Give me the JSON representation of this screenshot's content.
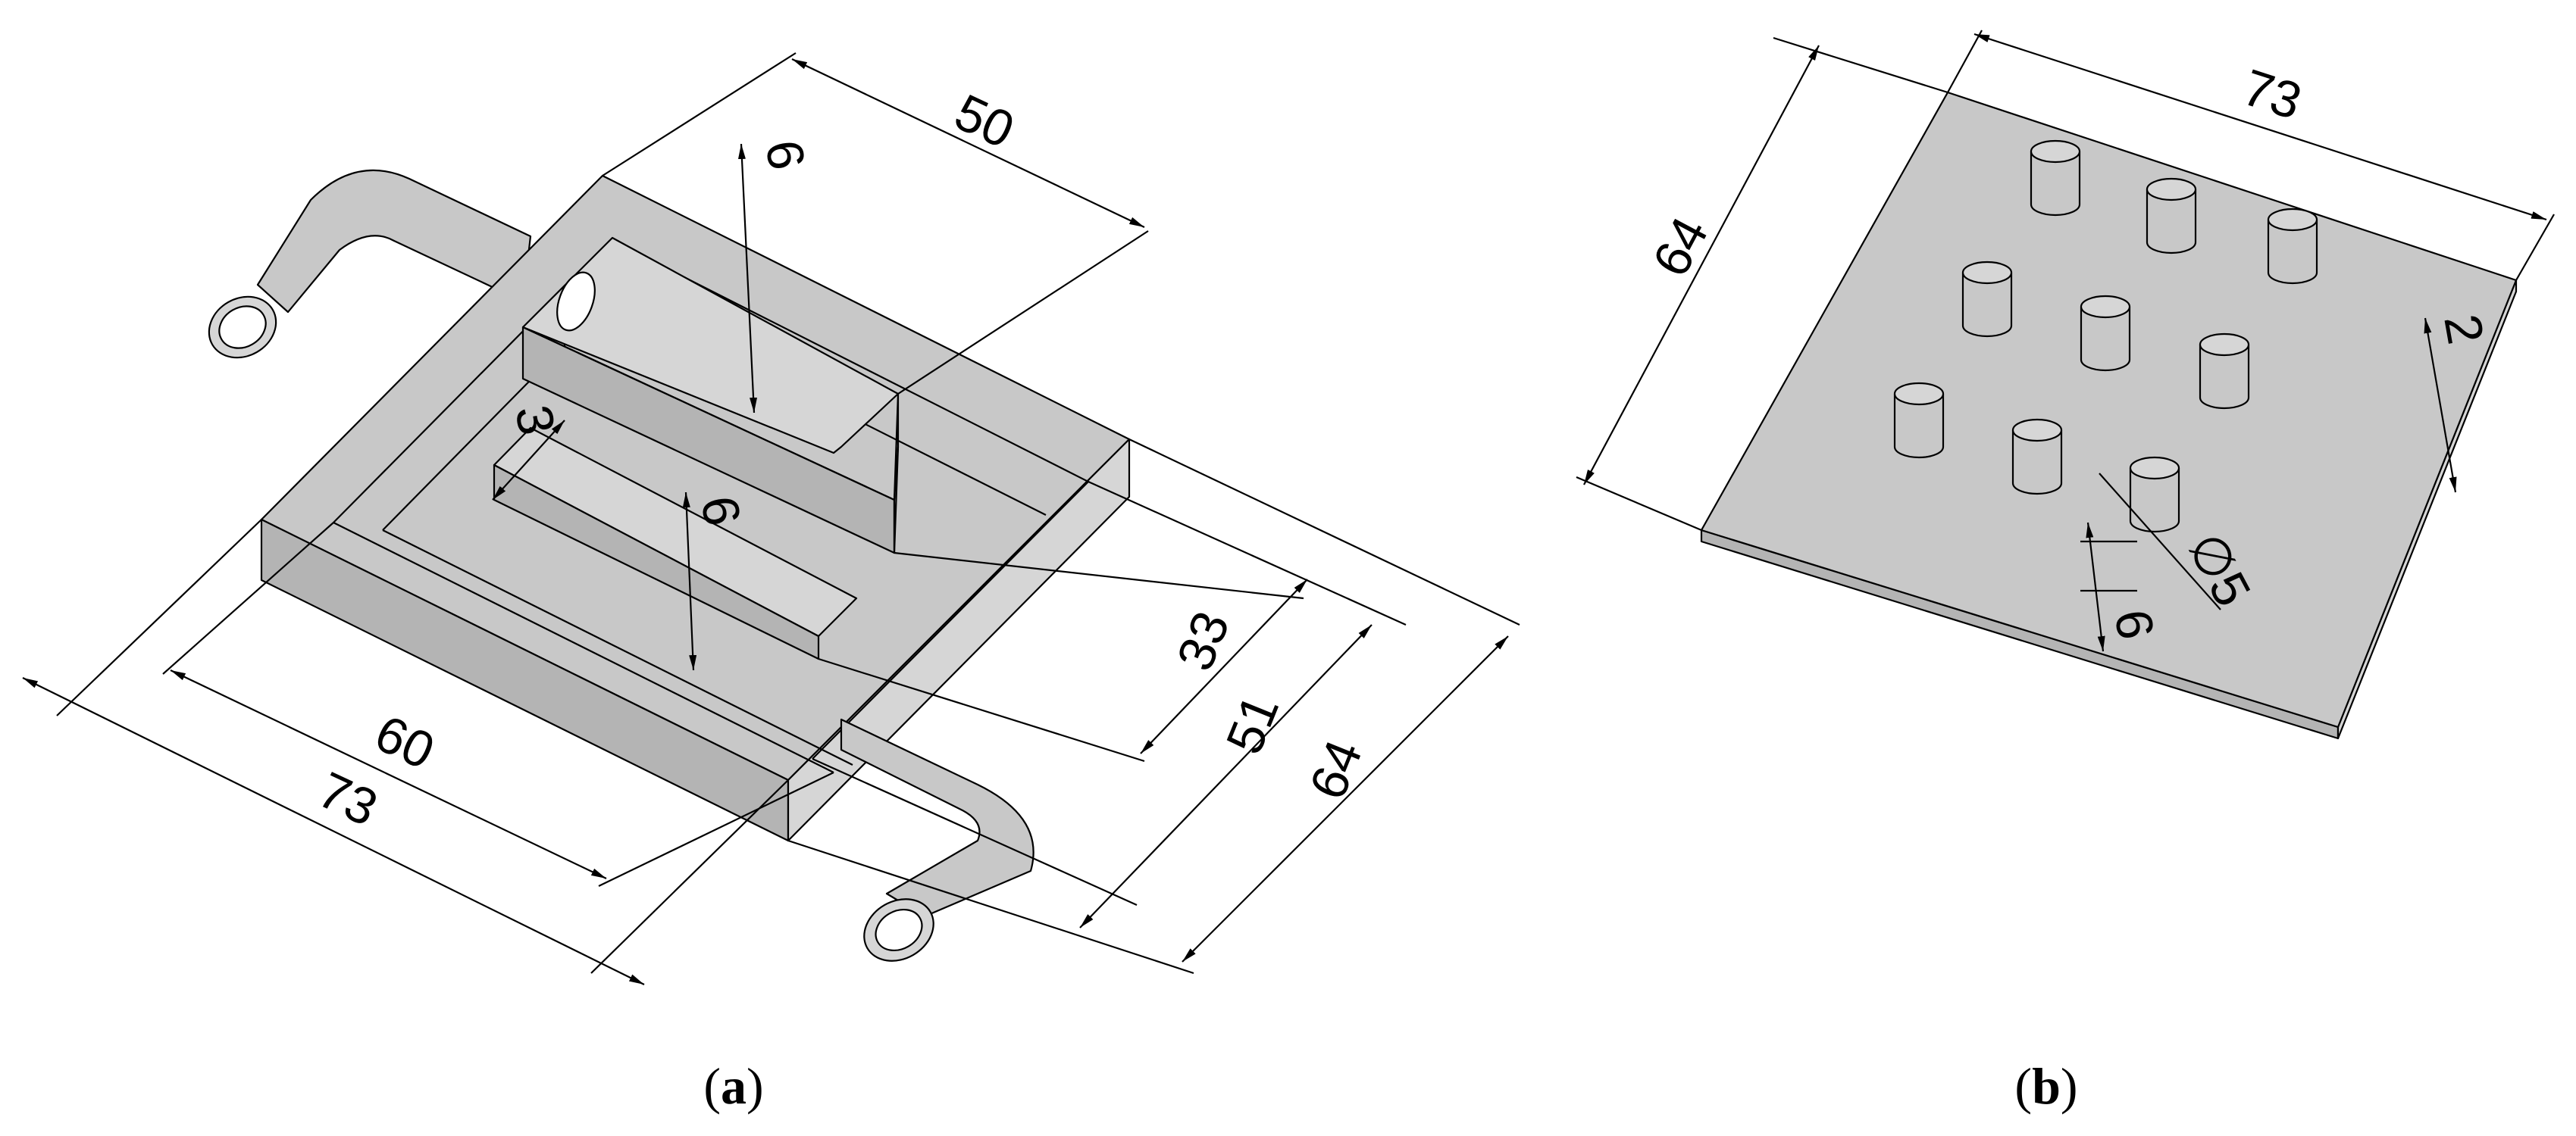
{
  "figure_a": {
    "caption_open": "(",
    "caption_letter": "a",
    "caption_close": ")",
    "dimensions": {
      "top_width": "50",
      "channel_gap_top": "6",
      "fin_thickness": "3",
      "channel_gap_mid": "6",
      "inner_length": "60",
      "outer_length": "73",
      "inner_depth_33": "33",
      "inner_depth_51": "51",
      "outer_width": "64"
    }
  },
  "figure_b": {
    "caption_open": "(",
    "caption_letter": "b",
    "caption_close": ")",
    "dimensions": {
      "plate_length": "73",
      "plate_width": "64",
      "plate_thickness": "2",
      "pin_diameter": "∅5",
      "pin_height": "6"
    }
  }
}
